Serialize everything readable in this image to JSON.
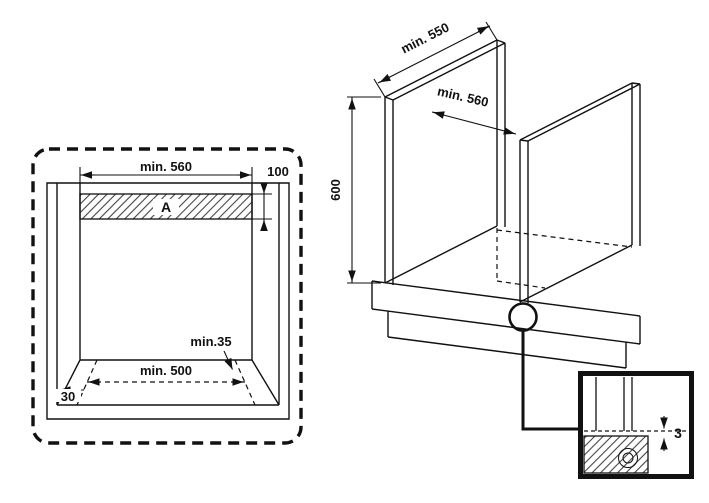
{
  "front_view": {
    "niche_width": "min. 560",
    "vent_height": "100",
    "vent_area": "A",
    "clearance": "min.35",
    "base_width": "min. 500",
    "plinth_depth": "30"
  },
  "iso_view": {
    "depth": "min. 550",
    "width": "min. 560",
    "height": "600"
  },
  "detail_view": {
    "gap": "3"
  }
}
